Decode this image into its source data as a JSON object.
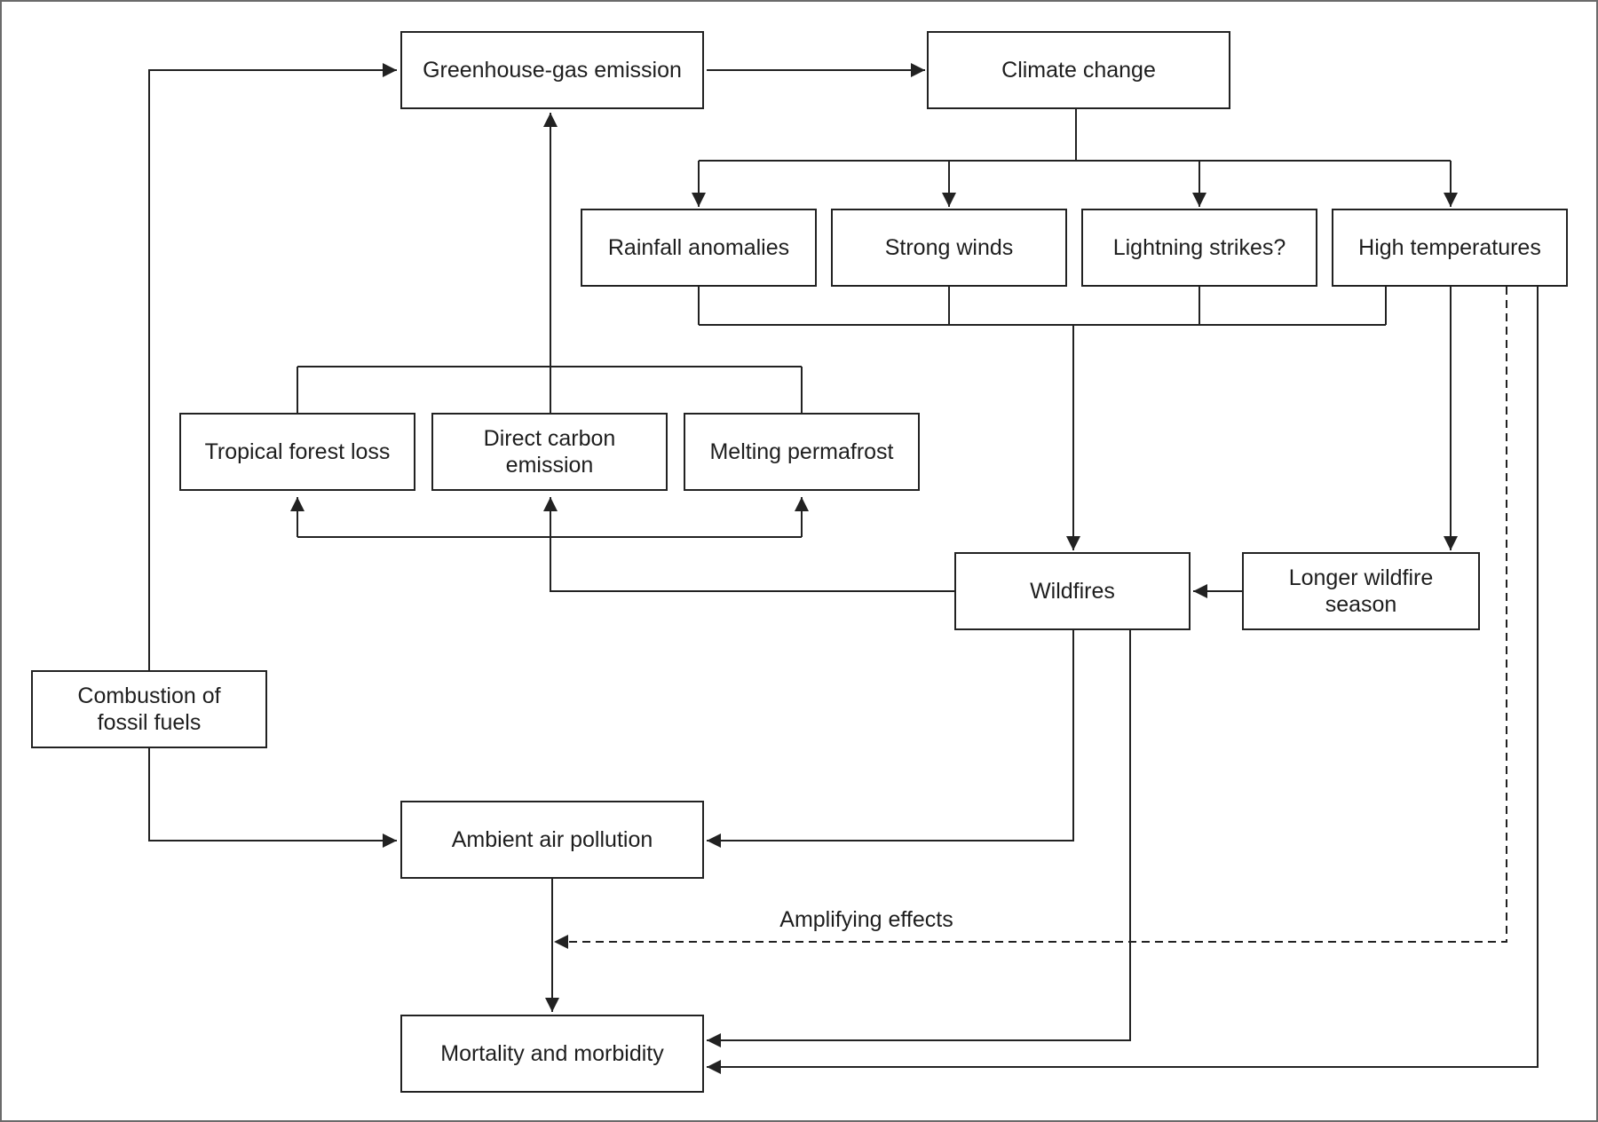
{
  "nodes": {
    "greenhouse": "Greenhouse-gas emission",
    "climate": "Climate change",
    "rainfall": "Rainfall anomalies",
    "winds": "Strong winds",
    "lightning": "Lightning strikes?",
    "hightemp": "High temperatures",
    "tropical": "Tropical forest loss",
    "directcarbon": "Direct carbon emission",
    "permafrost": "Melting permafrost",
    "wildfires": "Wildfires",
    "longerseason": "Longer wildfire season",
    "fossil": "Combustion of fossil fuels",
    "ambient": "Ambient air pollution",
    "mortality": "Mortality and morbidity"
  },
  "edge_labels": {
    "amplifying": "Amplifying effects"
  },
  "colors": {
    "line": "#222222",
    "frame": "#6b6b6b",
    "text": "#1e1e1e"
  }
}
